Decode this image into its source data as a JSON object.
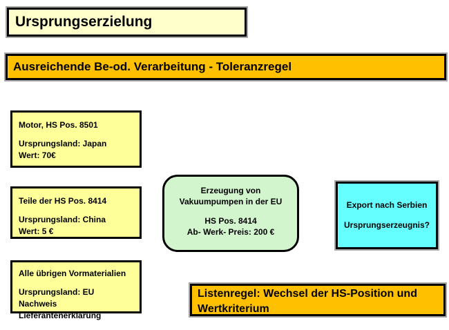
{
  "page": {
    "title": "Ursprungserzielung",
    "header": "Ausreichende Be-od. Verarbeitung - Toleranzregel"
  },
  "materials": [
    {
      "name": "Motor, HS Pos. 8501",
      "origin": "Ursprungsland: Japan",
      "value": "Wert: 70€"
    },
    {
      "name": "Teile der HS Pos. 8414",
      "origin": "Ursprungsland: China",
      "value": "Wert: 5 €"
    },
    {
      "name": "Alle übrigen Vormaterialien",
      "origin": "Ursprungsland: EU",
      "value": "Nachweis Lieferantenerklärung"
    }
  ],
  "production": {
    "line1": "Erzeugung von",
    "line2": "Vakuumpumpen in der EU",
    "line3": "HS Pos. 8414",
    "line4": "Ab- Werk- Preis: 200 €"
  },
  "export": {
    "line1": "Export nach Serbien",
    "line2": "Ursprungserzeugnis?"
  },
  "rule": {
    "line1": "Listenregel: Wechsel der HS-Position und",
    "line2": "Wertkriterium"
  },
  "colors": {
    "title_bg": "#FFFFCC",
    "header_bg": "#FFC000",
    "material_bg": "#FFFF99",
    "production_bg": "#D2F5CE",
    "export_bg": "#66FFFF",
    "border": "#000000",
    "shadow": "#A8A8A8"
  }
}
